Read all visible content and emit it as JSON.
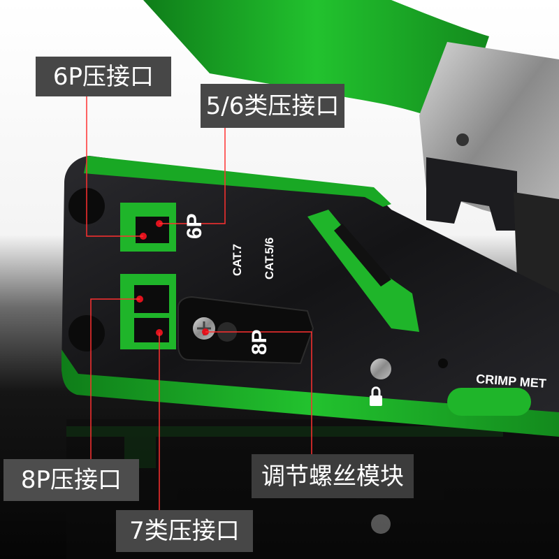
{
  "callouts": {
    "p6": "6P压接口",
    "cat56": "5/6类压接口",
    "p8": "8P压接口",
    "cat7": "7类压接口",
    "screw": "调节螺丝模块"
  },
  "tool_labels": {
    "port_6p": "6P",
    "port_8p": "8P",
    "cat7": "CAT.7",
    "cat56": "CAT.5/6",
    "crimp": "CRIMP MET"
  },
  "colors": {
    "accent_green": "#1fb52a",
    "metal": "#1a1a1c",
    "marker_red": "#e0121d",
    "callout_bg": "#474747"
  },
  "icons": [
    "padlock-icon",
    "screw-icon"
  ]
}
